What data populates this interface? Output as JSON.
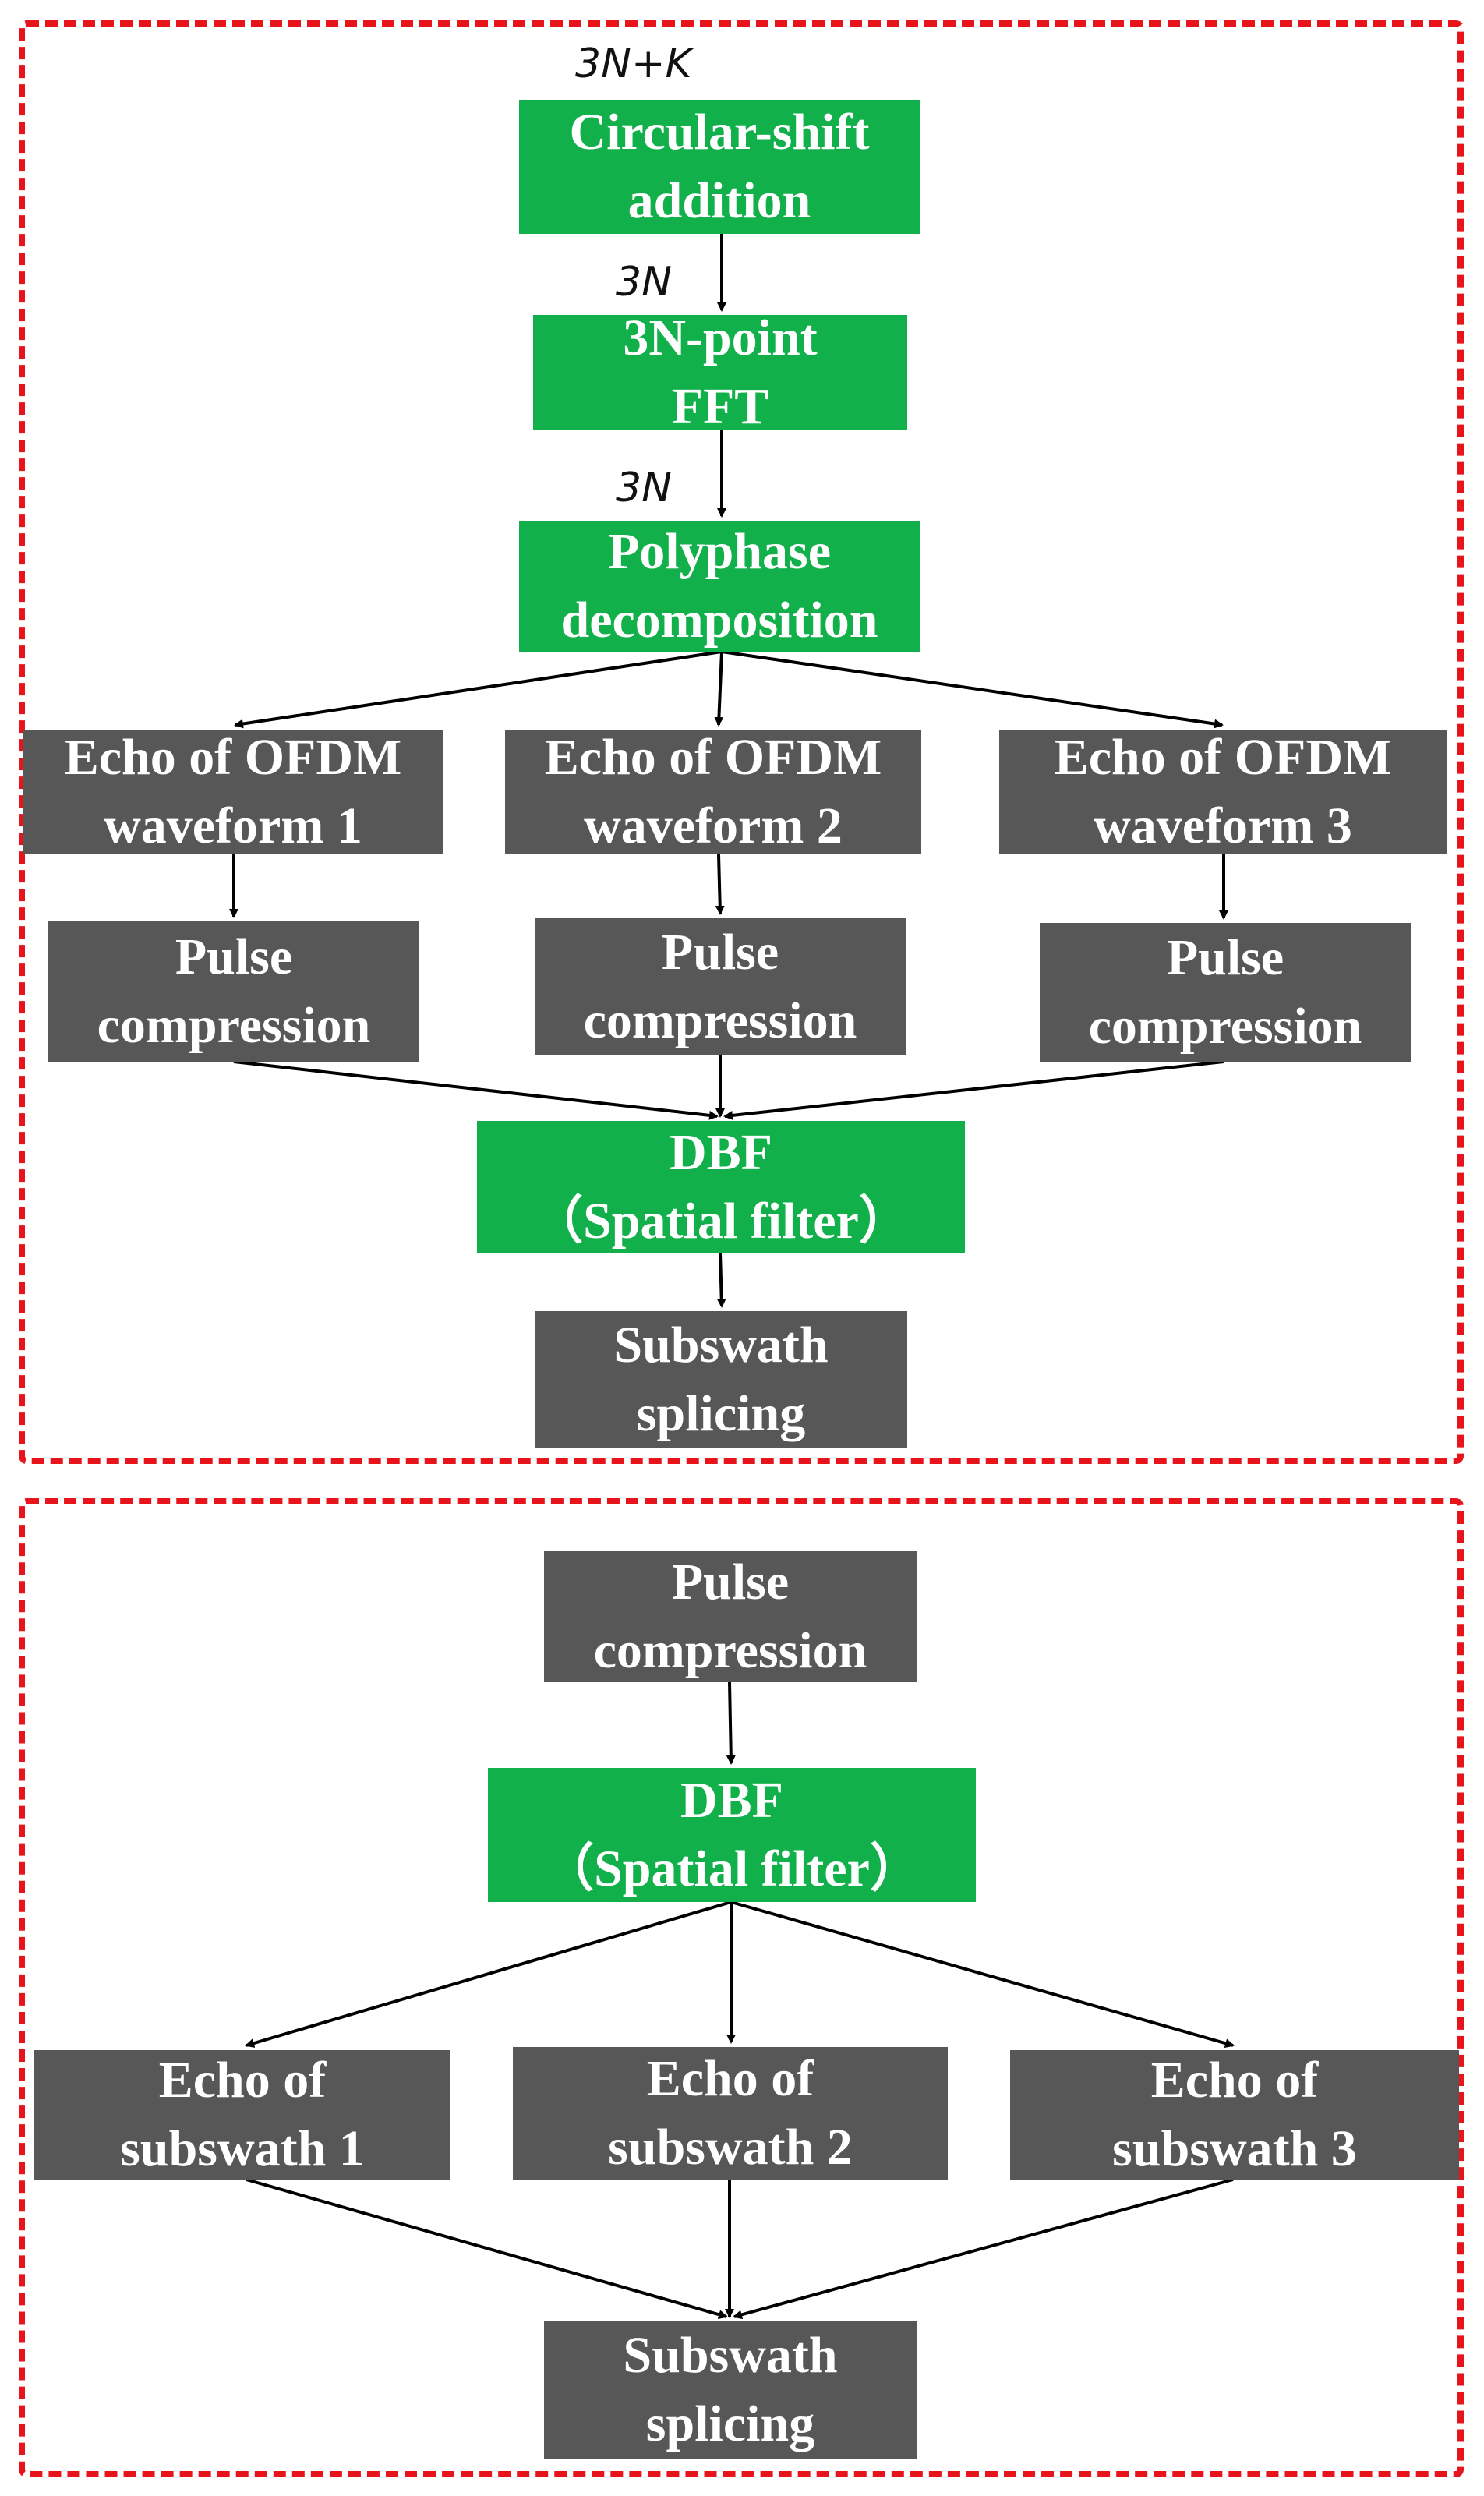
{
  "top_section": {
    "label_input": "3N+K",
    "label_after_shift": "3N",
    "label_after_fft": "3N",
    "circular_shift": "Circular-shift\naddition",
    "fft": "3N-point\nFFT",
    "polyphase": "Polyphase\ndecomposition",
    "echo_1": "Echo of OFDM\nwaveform 1",
    "echo_2": "Echo of OFDM\nwaveform 2",
    "echo_3": "Echo of OFDM\nwaveform 3",
    "pulse_1": "Pulse\ncompression",
    "pulse_2": "Pulse\ncompression",
    "pulse_3": "Pulse\ncompression",
    "dbf": "DBF\n（Spatial filter）",
    "splicing": "Subswath\nsplicing"
  },
  "bottom_section": {
    "pulse": "Pulse\ncompression",
    "dbf": "DBF\n（Spatial filter）",
    "echo_1": "Echo of\nsubswath 1",
    "echo_2": "Echo of\nsubswath 2",
    "echo_3": "Echo of\nsubswath 3",
    "splicing": "Subswath\nsplicing"
  },
  "colors": {
    "green_box": "#12b04b",
    "gray_box": "#575757",
    "frame_border": "#e8141b",
    "arrow": "#000000"
  }
}
